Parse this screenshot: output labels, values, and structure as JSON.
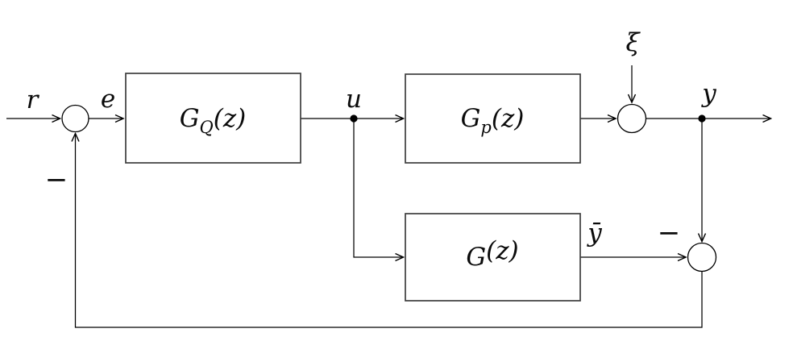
{
  "diagram": {
    "type": "control-system-block-diagram",
    "background": "#ffffff",
    "wire_color": "#000000",
    "block_border_color": "#3d3d3d",
    "signals": {
      "reference": "r",
      "error": "e",
      "control": "u",
      "disturbance": "ξ",
      "output": "y",
      "model_output": "ȳ"
    },
    "operators": {
      "feedback_minus": "−",
      "model_minus": "−"
    },
    "blocks": [
      {
        "id": "controller",
        "main": "G",
        "sub": "Q",
        "arg": "(z)"
      },
      {
        "id": "plant",
        "main": "G",
        "sub": "p",
        "arg": "(z)"
      },
      {
        "id": "model",
        "main": "G",
        "sub": "",
        "arg": "(z)"
      }
    ]
  }
}
